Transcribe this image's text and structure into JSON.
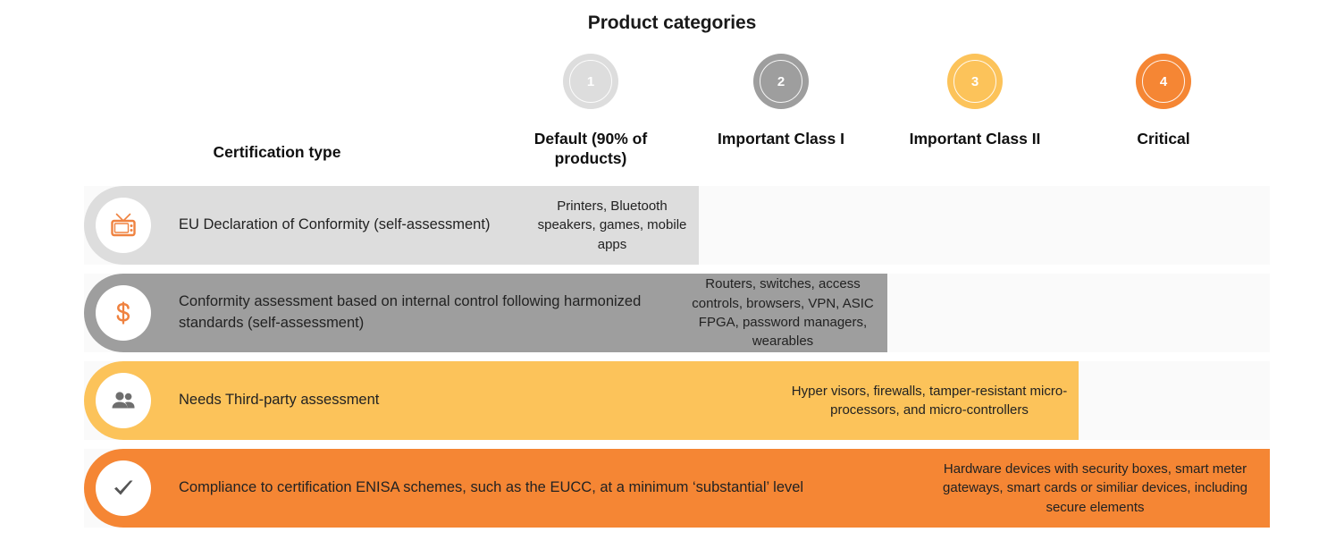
{
  "title": "Product categories",
  "cert_header": "Certification type",
  "colors": {
    "cat1": "#dddddd",
    "cat2": "#9e9e9e",
    "cat3": "#fcc35a",
    "cat4": "#f58634",
    "track": "#fafafa",
    "icon_orange": "#ef8240",
    "icon_gray": "#6e6e6e",
    "text": "#222222"
  },
  "categories": [
    {
      "number": "1",
      "label": "Default (90% of products)",
      "color": "#dddddd"
    },
    {
      "number": "2",
      "label": "Important Class I",
      "color": "#9e9e9e"
    },
    {
      "number": "3",
      "label": "Important Class II",
      "color": "#fcc35a"
    },
    {
      "number": "4",
      "label": "Critical",
      "color": "#f58634"
    }
  ],
  "rows": [
    {
      "icon": "retro-tv-icon",
      "cert_label": "EU Declaration of Conformity (self-assessment)",
      "bar_color": "#dddddd",
      "category_text": "Printers, Bluetooth speakers, games, mobile apps",
      "category_index": 1
    },
    {
      "icon": "dollar-sign-icon",
      "cert_label": "Conformity assessment based on internal control following harmonized standards (self-assessment)",
      "bar_color": "#9e9e9e",
      "category_text": "Routers, switches, access controls, browsers, VPN, ASIC FPGA, password managers, wearables",
      "category_index": 2
    },
    {
      "icon": "people-icon",
      "cert_label": "Needs Third-party assessment",
      "bar_color": "#fcc35a",
      "category_text": "Hyper visors, firewalls, tamper-resistant micro-processors, and micro-controllers",
      "category_index": 3
    },
    {
      "icon": "check-mark-icon",
      "cert_label": "Compliance to certification ENISA schemes, such as the EUCC, at a minimum ‘substantial’ level",
      "bar_color": "#f58634",
      "category_text": "Hardware devices with security boxes, smart meter gateways, smart cards or similiar devices, including secure elements",
      "category_index": 4
    }
  ]
}
